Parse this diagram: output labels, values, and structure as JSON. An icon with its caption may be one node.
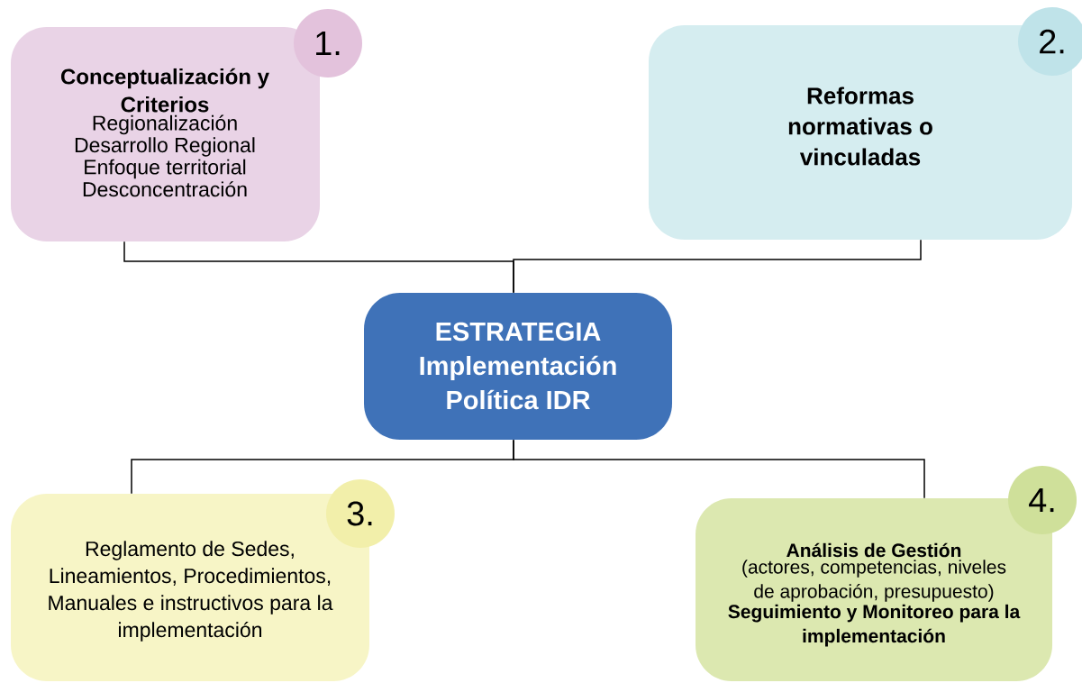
{
  "diagram": {
    "nodes": [
      {
        "text": [
          "Conceptualización y Criterios",
          "Regionalización",
          "Desarrollo Regional",
          "Enfoque territorial",
          "Desconcentración"
        ]
      },
      {
        "text": [
          "1."
        ]
      },
      {
        "text": [
          "Reformas normativas o vinculadas"
        ]
      },
      {
        "text": [
          "2."
        ]
      },
      {
        "text": [
          "ESTRATEGIA Implementación Política IDR"
        ]
      },
      {
        "text": [
          "Reglamento de Sedes, Lineamientos, Procedimientos, Manuales e instructivos para la implementación"
        ]
      },
      {
        "text": [
          "3."
        ]
      },
      {
        "text": [
          "Análisis de Gestión",
          "(actores, competencias, niveles de aprobación, presupuesto)",
          "Seguimiento y Monitoreo para la implementación"
        ]
      },
      {
        "text": [
          "4."
        ]
      }
    ],
    "edges": [
      {
        "from": 0,
        "to": 4,
        "arrow": "none"
      },
      {
        "from": 2,
        "to": 4,
        "arrow": "none"
      },
      {
        "from": 4,
        "to": 5,
        "arrow": "none"
      },
      {
        "from": 4,
        "to": 7,
        "arrow": "none"
      }
    ]
  }
}
